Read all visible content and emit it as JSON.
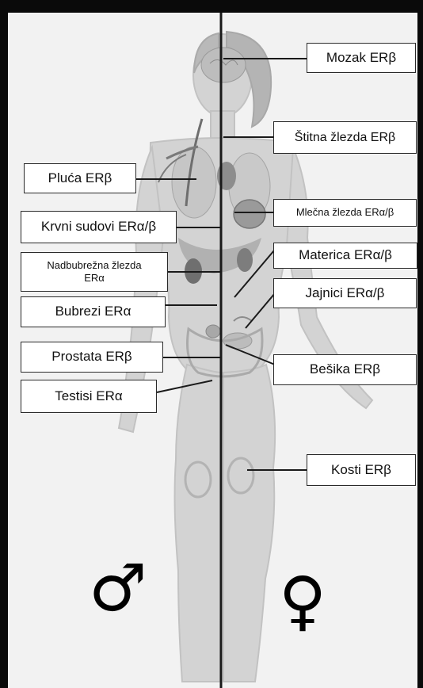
{
  "diagram": {
    "labels": {
      "mozak": "Mozak ERβ",
      "stitna": "Štitna žlezda ERβ",
      "pluca": "Pluća ERβ",
      "mlecna": "Mlečna žlezda ERα/β",
      "krvni": "Krvni sudovi ERα/β",
      "materica": "Materica ERα/β",
      "nadbubrezna_1": "Nadbubrežna žlezda",
      "nadbubrezna_2": "ERα",
      "jajnici": "Jajnici ERα/β",
      "bubrezi": "Bubrezi ERα",
      "prostata": "Prostata ERβ",
      "besika": "Bešika ERβ",
      "testisi": "Testisi ERα",
      "kosti": "Kosti ERβ"
    },
    "symbols": {
      "male": "♂",
      "female": "♀"
    }
  }
}
